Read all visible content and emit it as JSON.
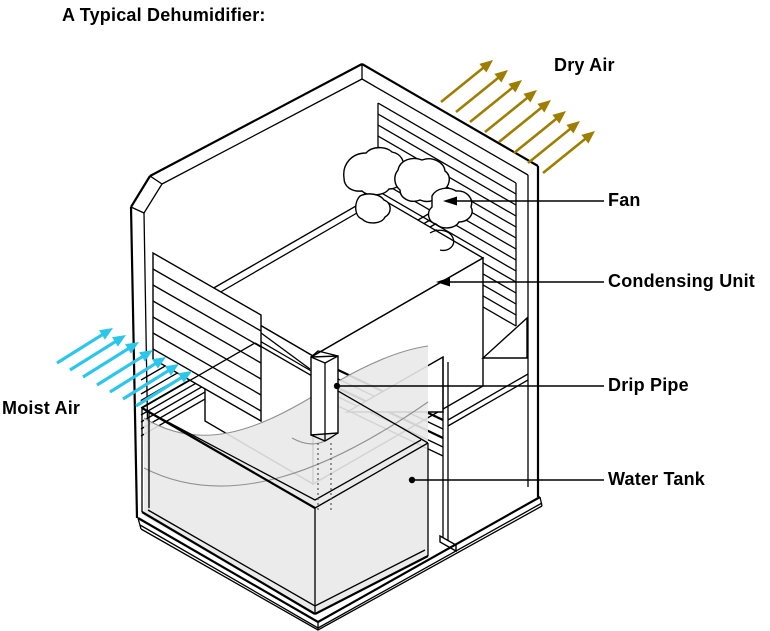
{
  "title": "A Typical Dehumidifier:",
  "diagram": {
    "flow_labels": {
      "dry_air": "Dry Air",
      "moist_air": "Moist Air"
    },
    "part_labels": {
      "fan": "Fan",
      "condensing_unit": "Condensing Unit",
      "drip_pipe": "Drip Pipe",
      "water_tank": "Water Tank"
    },
    "arrow_counts": {
      "dry_air": 8,
      "moist_air": 7
    },
    "colors": {
      "dry_air_arrows": "#9E7E00",
      "moist_air_arrows": "#2AC6EC",
      "outline": "#000000",
      "water_fill": "#E9E9E9"
    }
  }
}
